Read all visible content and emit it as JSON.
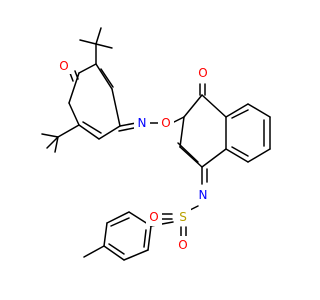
{
  "diagram": {
    "type": "chemical-structure",
    "atom_labels": {
      "o_quinone": "O",
      "o_oxime": "O",
      "n_oxime": "N",
      "o_naph": "O",
      "n_imine": "N",
      "s": "S",
      "o_s_left": "O",
      "o_s_bottom": "O"
    },
    "colors": {
      "bond": "#000000",
      "oxygen": "#ff0000",
      "nitrogen": "#0000ff",
      "sulfur": "#b8a000"
    }
  }
}
